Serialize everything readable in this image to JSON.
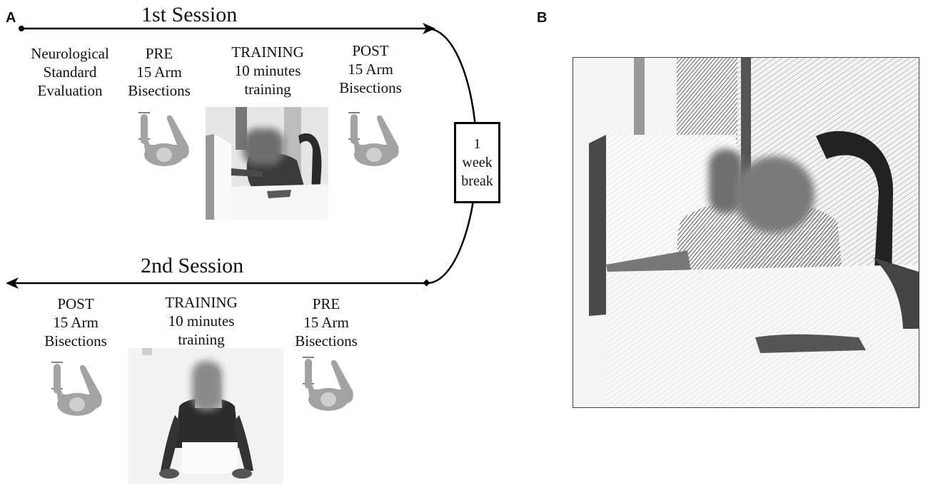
{
  "panels": {
    "a": "A",
    "b": "B"
  },
  "session1": {
    "title": "1st Session",
    "steps": [
      {
        "lines": [
          "Neurological",
          "Standard",
          "Evaluation"
        ]
      },
      {
        "lines": [
          "PRE",
          "15 Arm",
          "Bisections"
        ]
      },
      {
        "lines": [
          "TRAINING",
          "10 minutes",
          "training"
        ]
      },
      {
        "lines": [
          "POST",
          "15 Arm",
          "Bisections"
        ]
      }
    ]
  },
  "break": {
    "lines": [
      "1",
      "week",
      "break"
    ]
  },
  "session2": {
    "title": "2nd Session",
    "steps": [
      {
        "lines": [
          "POST",
          "15 Arm",
          "Bisections"
        ]
      },
      {
        "lines": [
          "TRAINING",
          "10 minutes",
          "training"
        ]
      },
      {
        "lines": [
          "PRE",
          "15 Arm",
          "Bisections"
        ]
      }
    ]
  },
  "colors": {
    "line": "#000000",
    "arm_icon": "#a3a3a3",
    "photo_bg": "#f2f2f2"
  }
}
